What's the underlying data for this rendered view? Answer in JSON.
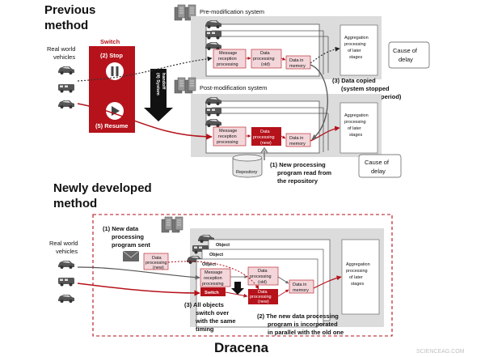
{
  "colors": {
    "accent_red": "#b5121b",
    "box_pink": "#f2d6da",
    "panel_gray": "#dcdcdc",
    "black": "#111111"
  },
  "top": {
    "heading_line1": "Previous",
    "heading_line2": "method",
    "vehicles_line1": "Real world",
    "vehicles_line2": "vehicles",
    "switch_title": "Switch",
    "stop_label": "(2) Stop",
    "resume_label": "(5) Resume",
    "handoff_line1": "(4) System",
    "handoff_line2": "handoff",
    "pre_title": "Pre-modification system",
    "post_title": "Post-modification system",
    "msg_line1": "Message",
    "msg_line2": "reception",
    "msg_line3": "processing",
    "old_line1": "Data",
    "old_line2": "processing",
    "old_line3": "(old)",
    "new_line1": "Data",
    "new_line2": "processing",
    "new_line3": "(new)",
    "mem_line1": "Data in",
    "mem_line2": "memory",
    "agg_line1": "Aggregation",
    "agg_line2": "processing",
    "agg_line3": "of later",
    "agg_line4": "stages",
    "delay": "Cause of delay",
    "copied_line1": "(3) Data copied",
    "copied_line2": "(system stopped",
    "copied_line3": "for this time period)",
    "repo_label": "Repository",
    "newprog_line1": "(1) New processing",
    "newprog_line2": "program read from",
    "newprog_line3": "the repository"
  },
  "bottom": {
    "heading_line1": "Newly developed",
    "heading_line2": "method",
    "vehicles_line1": "Real world",
    "vehicles_line2": "vehicles",
    "sent_line1": "(1) New data",
    "sent_line2": "processing",
    "sent_line3": "program sent",
    "object_label": "Object",
    "switch_label": "Switch",
    "all_line1": "(3) All objects",
    "all_line2": "switch over",
    "all_line3": "with the same",
    "all_line4": "timing",
    "parallel_line1": "(2) The new data processing",
    "parallel_line2": "program is incorporated",
    "parallel_line3": "in parallel with the old one",
    "brand": "Dracena",
    "watermark": "SCIENCEAG.COM"
  }
}
